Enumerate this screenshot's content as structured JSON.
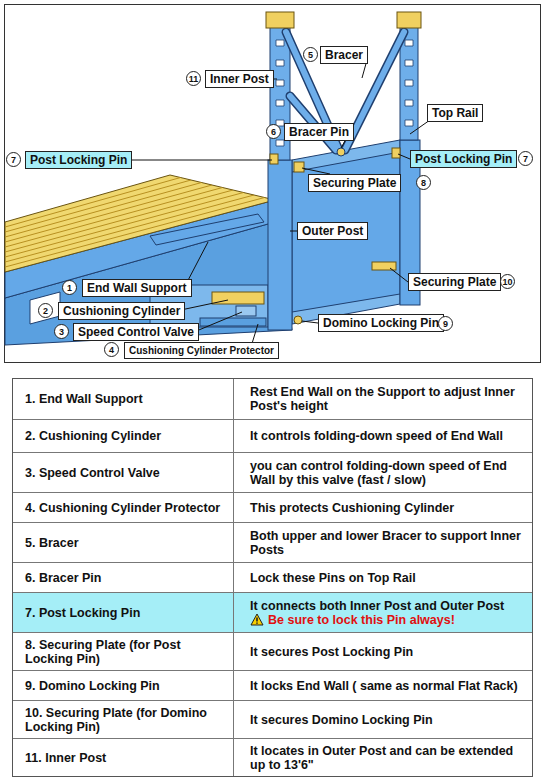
{
  "diagram": {
    "nodes": [
      {
        "text": [
          "Inner Post"
        ]
      },
      {
        "text": [
          "Bracer"
        ]
      },
      {
        "text": [
          "Top Rail"
        ]
      },
      {
        "text": [
          "Bracer Pin"
        ]
      },
      {
        "text": [
          "Post Locking Pin"
        ]
      },
      {
        "text": [
          "Post Locking Pin"
        ]
      },
      {
        "text": [
          "Securing Plate"
        ]
      },
      {
        "text": [
          "Outer Post"
        ]
      },
      {
        "text": [
          "End Wall Support"
        ]
      },
      {
        "text": [
          "Securing Plate"
        ]
      },
      {
        "text": [
          "Cushioning Cylinder"
        ]
      },
      {
        "text": [
          "Speed Control Valve"
        ]
      },
      {
        "text": [
          "Domino Locking Pin"
        ]
      },
      {
        "text": [
          "Cushioning Cylinder Protector"
        ]
      }
    ],
    "labels": [
      "11",
      "5",
      "6",
      "7",
      "7",
      "8",
      "1",
      "10",
      "2",
      "3",
      "9",
      "4",
      "1. End Wall Support",
      "Rest End Wall on the Support to adjust Inner Post's height",
      "2. Cushioning Cylinder",
      "It controls folding-down speed of End Wall",
      "3. Speed Control Valve",
      "you can control folding-down speed of End Wall by this valve (fast / slow)",
      "4. Cushioning Cylinder Protector",
      "This protects Cushioning Cylinder",
      "5. Bracer",
      "Both upper and lower Bracer to support Inner Posts",
      "6. Bracer Pin",
      "Lock these Pins on Top Rail",
      "7. Post Locking Pin",
      "It connects both Inner Post and Outer Post",
      "Be sure to lock this Pin always!",
      "8. Securing Plate (for Post Locking Pin)",
      "It secures Post Locking Pin",
      "9. Domino Locking Pin",
      "It locks End Wall ( same as normal Flat Rack)",
      "10. Securing Plate (for Domino Locking Pin)",
      "It secures Domino Locking Pin",
      "11. Inner Post",
      "It locates in Outer Post and can be extended up to 13'6\""
    ]
  }
}
